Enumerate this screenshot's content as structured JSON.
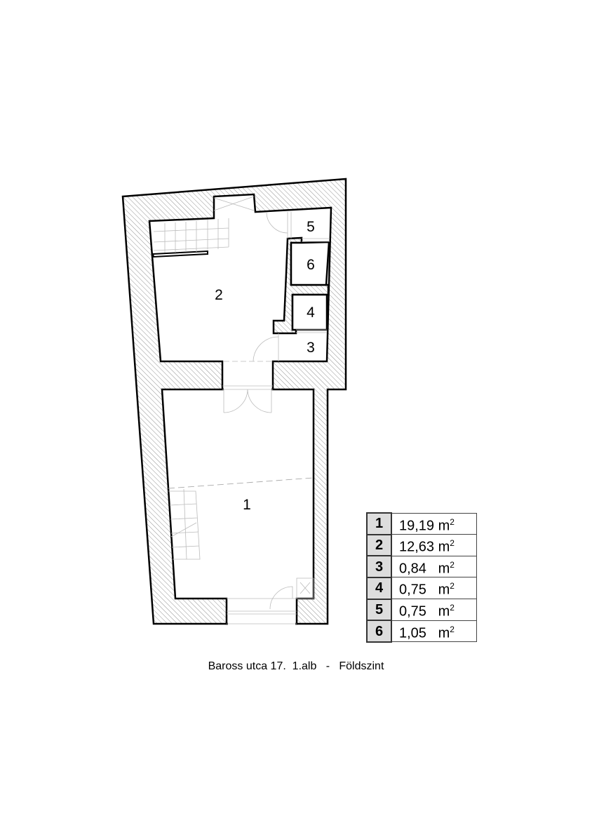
{
  "rooms": {
    "r1": "1",
    "r2": "2",
    "r3": "3",
    "r4": "4",
    "r5": "5",
    "r6": "6"
  },
  "table": [
    {
      "id": "1",
      "area": "19,19",
      "unit": "m",
      "exp": "2"
    },
    {
      "id": "2",
      "area": "12,63",
      "unit": "m",
      "exp": "2"
    },
    {
      "id": "3",
      "area": "0,84  ",
      "unit": "m",
      "exp": "2"
    },
    {
      "id": "4",
      "area": "0,75  ",
      "unit": "m",
      "exp": "2"
    },
    {
      "id": "5",
      "area": "0,75  ",
      "unit": "m",
      "exp": "2"
    },
    {
      "id": "6",
      "area": "1,05  ",
      "unit": "m",
      "exp": "2"
    }
  ],
  "caption": "Baross utca 17.  1.alb   -   Földszint"
}
